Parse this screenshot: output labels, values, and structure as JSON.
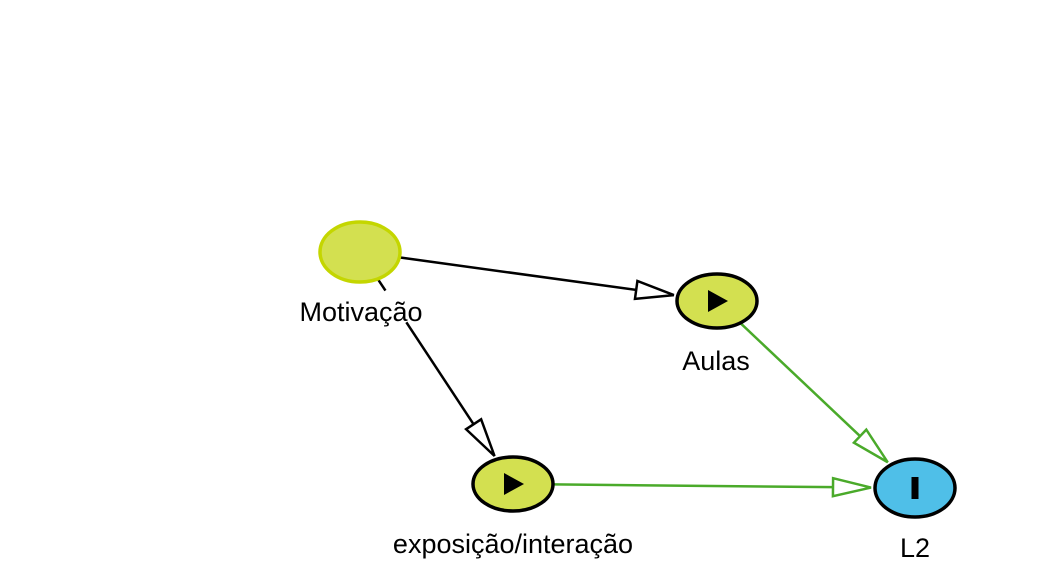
{
  "diagram": {
    "nodes": [
      {
        "id": "motivacao",
        "label": "Motivação",
        "type": "latent",
        "icon": "none"
      },
      {
        "id": "aulas",
        "label": "Aulas",
        "type": "exposure",
        "icon": "play-icon"
      },
      {
        "id": "exposicao",
        "label": "exposição/interação",
        "type": "exposure",
        "icon": "play-icon"
      },
      {
        "id": "l2",
        "label": "L2",
        "type": "outcome",
        "icon": "bar-icon"
      }
    ],
    "edges": [
      {
        "from": "motivacao",
        "to": "aulas",
        "kind": "biasing"
      },
      {
        "from": "motivacao",
        "to": "exposicao",
        "kind": "biasing"
      },
      {
        "from": "aulas",
        "to": "l2",
        "kind": "causal"
      },
      {
        "from": "exposicao",
        "to": "l2",
        "kind": "causal"
      }
    ],
    "colors": {
      "latent_fill": "#d3e050",
      "latent_stroke": "#c4d600",
      "exposure_fill": "#d3e050",
      "outcome_fill": "#4fbfe8",
      "node_stroke": "#000000",
      "causal_edge": "#4aaa2a",
      "biasing_edge": "#000000"
    }
  }
}
